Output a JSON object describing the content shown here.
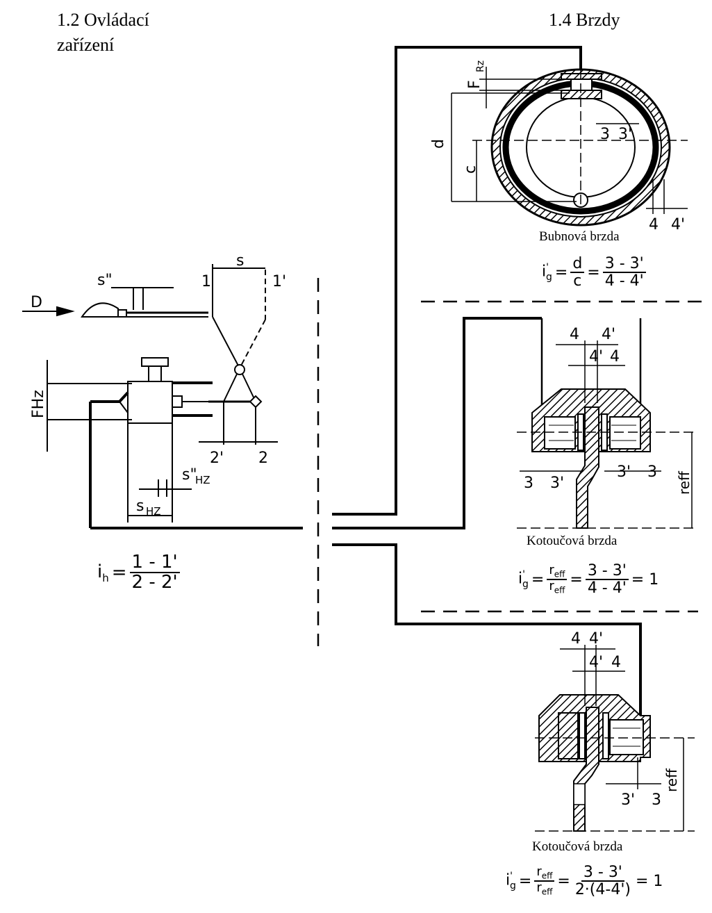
{
  "headings": {
    "left_title_line1": "1.2 Ovládací",
    "left_title_line2": "zařízení",
    "right_title": "1.4 Brzdy"
  },
  "captions": {
    "drum_brake": "Bubnová brzda",
    "disc_brake_1": "Kotoučová brzda",
    "disc_brake_2": "Kotoučová brzda"
  },
  "formulas": {
    "ih": {
      "lhs": "i",
      "sub": "h",
      "eq": "=",
      "num": "1 - 1'",
      "den": "2 - 2'"
    },
    "drum": {
      "lhs": "i",
      "sub": "g",
      "sup": "'",
      "num1": "d",
      "den1": "c",
      "num2": "3 - 3'",
      "den2": "4 - 4'"
    },
    "disc1": {
      "lhs": "i",
      "sub": "g",
      "sup": "'",
      "num1": "r",
      "num1_sub": "eff",
      "den1": "r",
      "den1_sub": "eff",
      "num2": "3 - 3'",
      "den2": "4 - 4'",
      "result": "= 1"
    },
    "disc2": {
      "lhs": "i",
      "sub": "g",
      "sup": "'",
      "num1": "r",
      "num1_sub": "eff",
      "den1": "r",
      "den1_sub": "eff",
      "num2": "3 - 3'",
      "den2": "2·(4-4')",
      "result": "= 1"
    }
  },
  "labels": {
    "D": "D",
    "s": "s",
    "s_dd": "s\"",
    "one": "1",
    "one_p": "1'",
    "two": "2",
    "two_p": "2'",
    "FHz": "FHz",
    "s_hz_dd": "s\"",
    "s_hz_dd_sub": "HZ",
    "s_hz": "s",
    "s_hz_sub": "HZ",
    "F": "F",
    "F_sub": "Rz",
    "d": "d",
    "c": "c",
    "three": "3",
    "three_p": "3'",
    "four": "4",
    "four_p": "4'",
    "reff": "reff"
  }
}
